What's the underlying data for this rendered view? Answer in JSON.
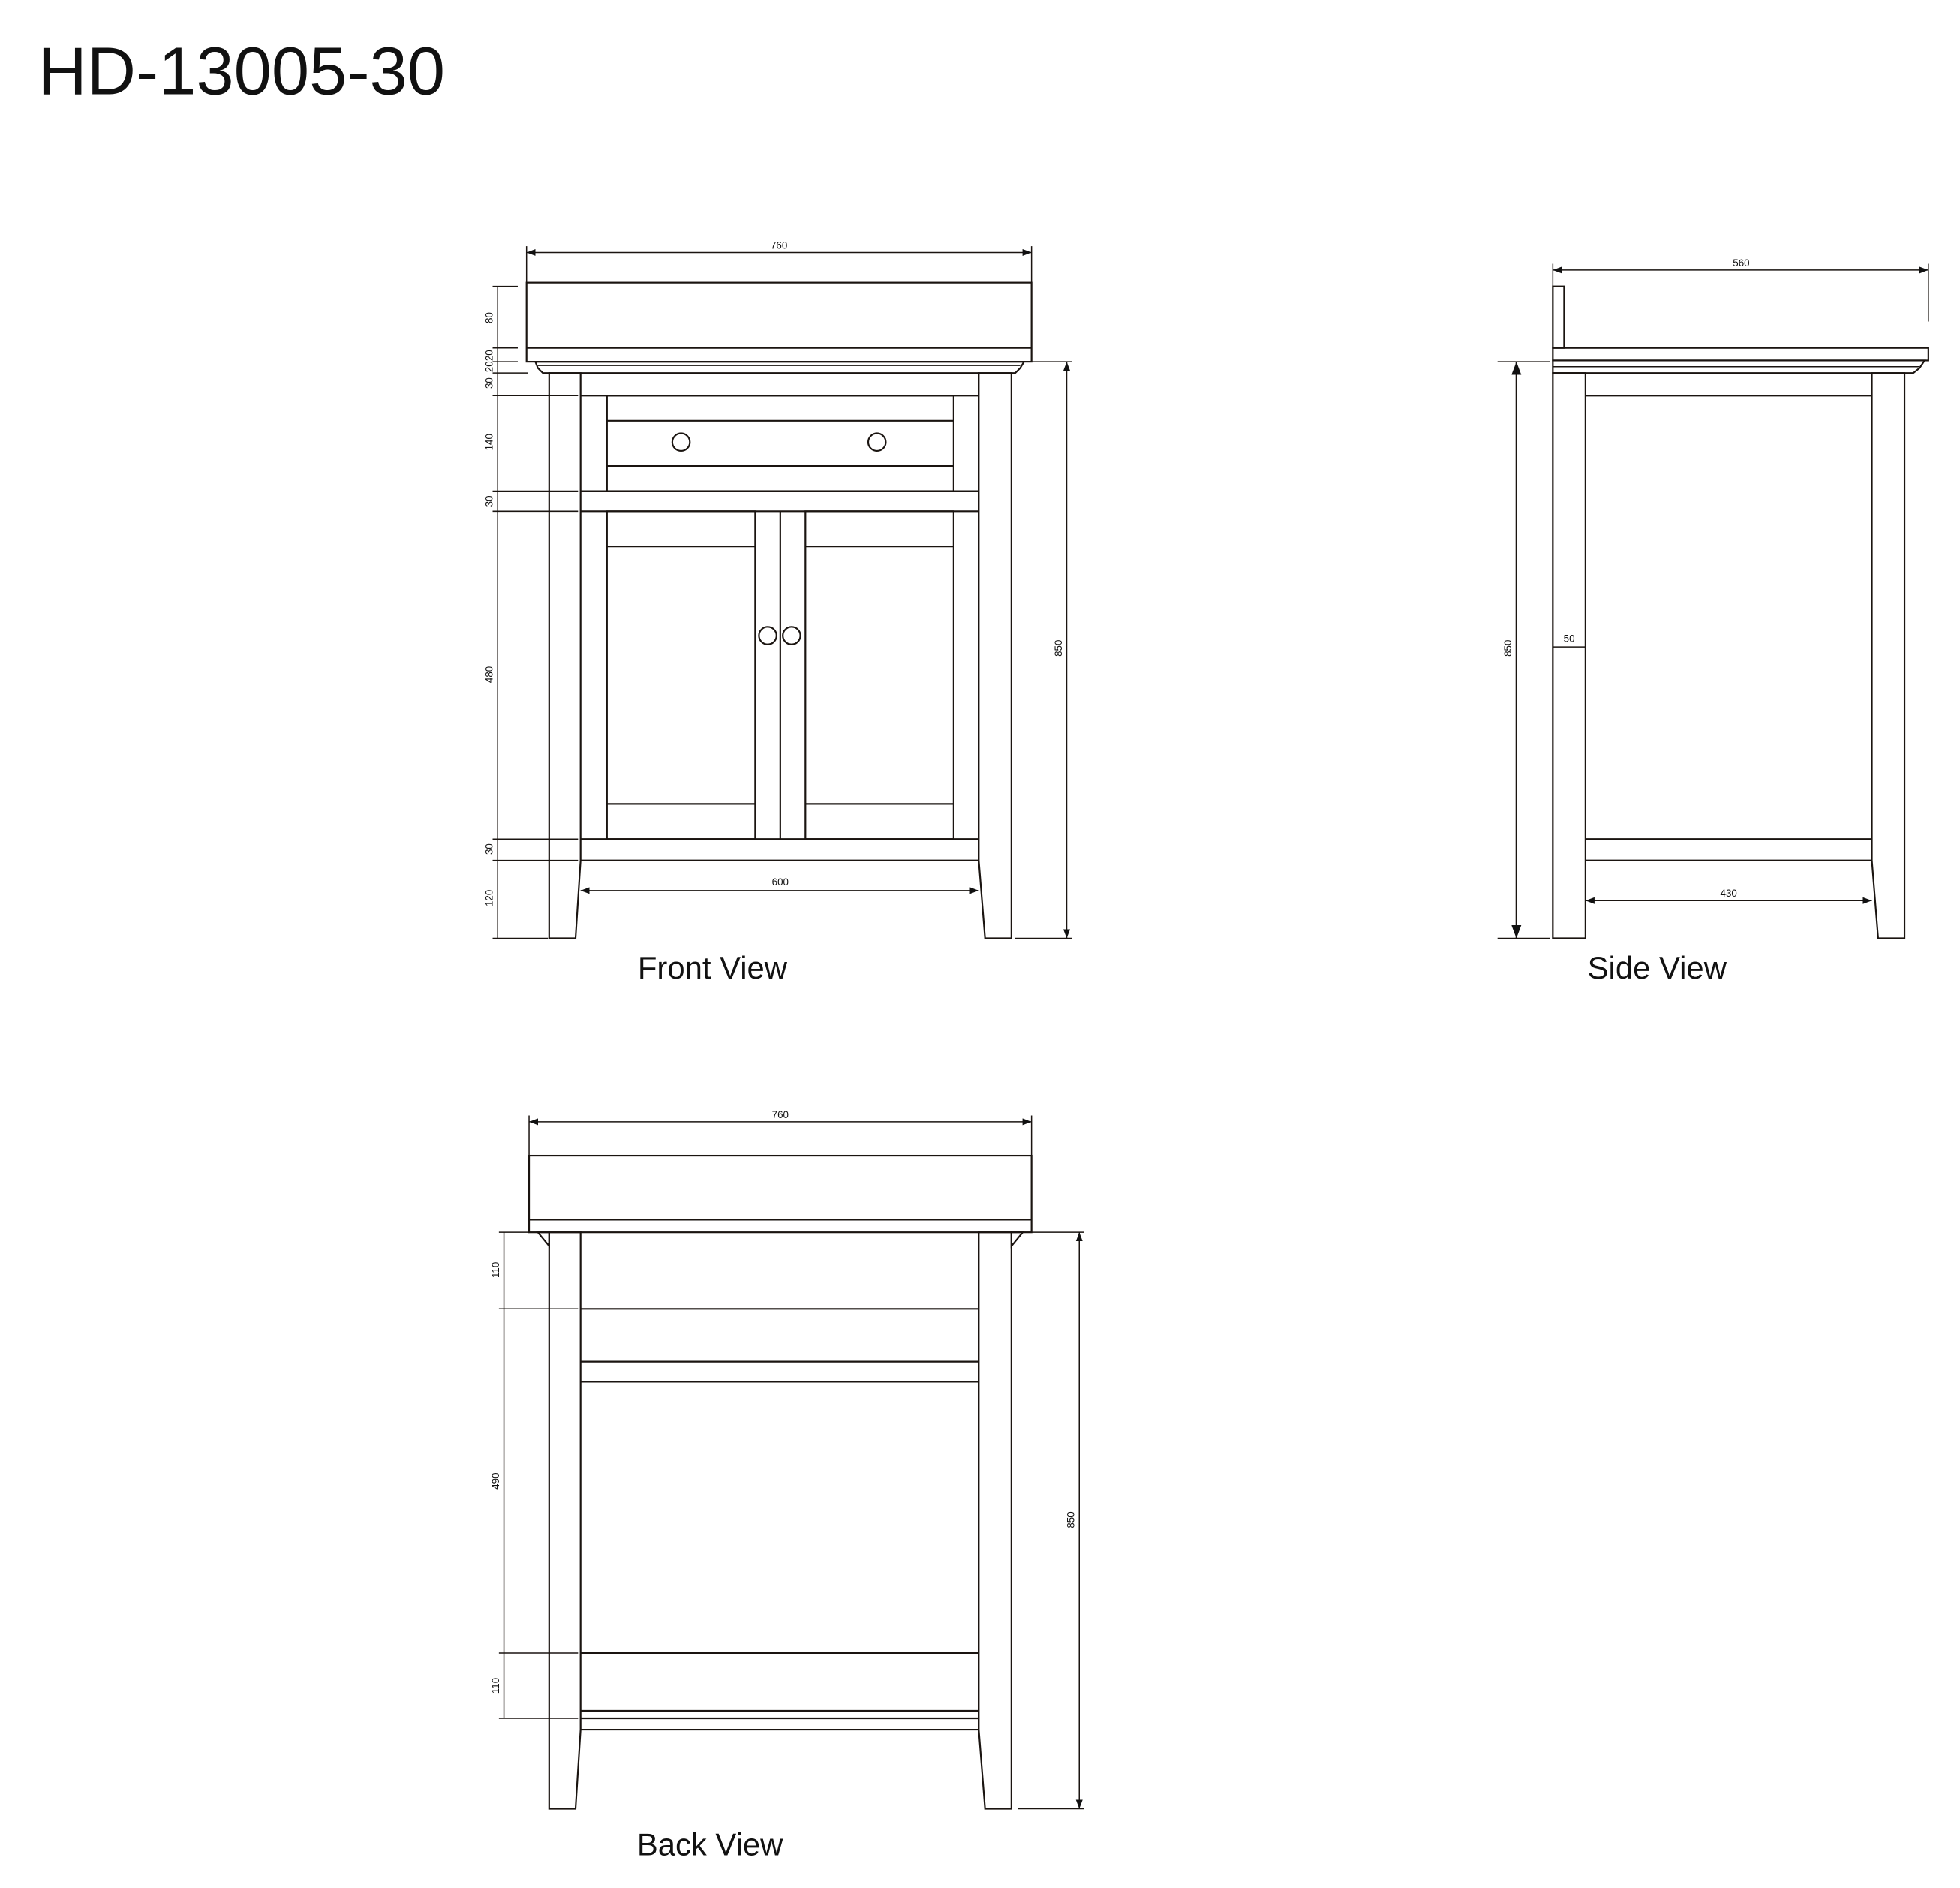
{
  "title": "HD-13005-30",
  "front_view": {
    "caption": "Front View",
    "width": "760",
    "height": "850",
    "inner_width": "600",
    "left_dims": [
      "80",
      "20",
      "20",
      "30",
      "140",
      "30",
      "480",
      "30",
      "120"
    ]
  },
  "side_view": {
    "caption": "Side View",
    "depth": "560",
    "height": "850",
    "inner_depth": "430",
    "leg": "50"
  },
  "back_view": {
    "caption": "Back View",
    "width": "760",
    "height": "850",
    "left_dims": [
      "110",
      "490",
      "110"
    ]
  }
}
